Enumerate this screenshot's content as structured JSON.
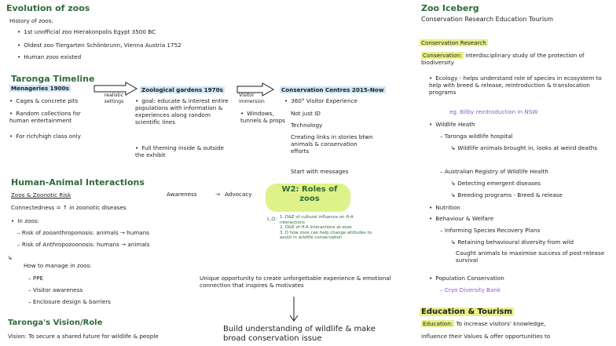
{
  "evolution": {
    "title": "Evolution of zoos",
    "history": "History of zoos:",
    "items": [
      "1st unofficial zoo Hierakonpolis Egypt 3500 BC",
      "Oldest zoo Tiergarten Schönbrunn, Vienna Austria 1752",
      "Human zoos existed"
    ]
  },
  "taronga": {
    "title": "Taronga Timeline",
    "menageries": "Menageries 1900s",
    "m_items": [
      "Cages & concrete pits",
      "Random collections for human entertainment",
      "For rich/high class only"
    ],
    "arrow1": "realistic settings",
    "zg_title": "Zoological gardens 1970s",
    "zg_items": [
      "goal: educate & interest entire populations with information & experiences along random scientific lines",
      "Full theming inside & outside the exhibit"
    ],
    "arrow2": "Visitor immersion",
    "vi_items": [
      "Windows, tunnels & props"
    ],
    "cc_title": "Conservation Centres 2015-Now",
    "cc_items": [
      "360° Visitor Experience",
      "Not just ID",
      "Technology",
      "Creating links in stories btwn animals & conservation efforts",
      "Start with messages"
    ]
  },
  "hai": {
    "title": "Human-Animal Interactions",
    "sub": "Zoos & Zoonotic Risk",
    "awareness": "Awareness",
    "advocacy": "Advocacy",
    "connect": "Connectedness = ↑ in zoonotic diseases",
    "inzoos": "In zoos:",
    "risk1": "Risk of zooanthroponosis: animals → humans",
    "risk2": "Risk of Anthropozoonosis: humans → animals",
    "manage": "How to manage in zoos:",
    "manage_items": [
      "PPE",
      "Visitor awareness",
      "Enclosure design & barriers"
    ]
  },
  "w2": {
    "title": "W2: Roles of zoos",
    "lo_label": "L.O:",
    "lo_items": [
      "1. D&E of cultural influence on H-A interactions",
      "2. D&E of H-A interactions at zoos",
      "3. D how zoos can help change attitudes to assist in wildlife conservation"
    ]
  },
  "unique": "Unique opportunity to create unforgettable experience & emotional connection that inspires & motivates",
  "build": "Build understanding of wildlife & make broad conservation issue",
  "vision": {
    "title": "Taronga's Vision/Role",
    "text": "Vision: To secure a shared future for wildlife & people"
  },
  "iceberg": {
    "title": "Zoo Iceberg",
    "cats": "Conservation Research Education Tourism"
  },
  "cons": {
    "title": "Conservation Research",
    "def_label": "Conservation:",
    "def": "interdisciplinary study of the protection of biodiversity",
    "ecology": "Ecology - helps understand role of species in ecosystem to help with breed & release, reintroduction & translocation programs",
    "eg": "eg. Bilby reintroduction in NSW",
    "health": "Wildlife Heath",
    "health_items": [
      "Taronga wildlife hospital",
      "Wildlife animals brought in, looks at weird deaths",
      "Australian Registry of Wildlife Health",
      "Detecting emergent diseases",
      "Breeding programs - Breed & release"
    ],
    "nutrition": "Nutrition",
    "welfare": "Behaviour & Welfare",
    "welfare_items": [
      "Informing Species Recovery Plans",
      "Retaining behavioural diversity from wild",
      "Caught animals to maximise success of post-release survival"
    ],
    "pop": "Population Conservation",
    "cryo": "Cryo Diversity Bank"
  },
  "edu": {
    "title": "Education & Tourism",
    "label": "Education:",
    "text": "To increase visitors' knowledge,",
    "text2": "influence their Values & offer opportunities to"
  }
}
